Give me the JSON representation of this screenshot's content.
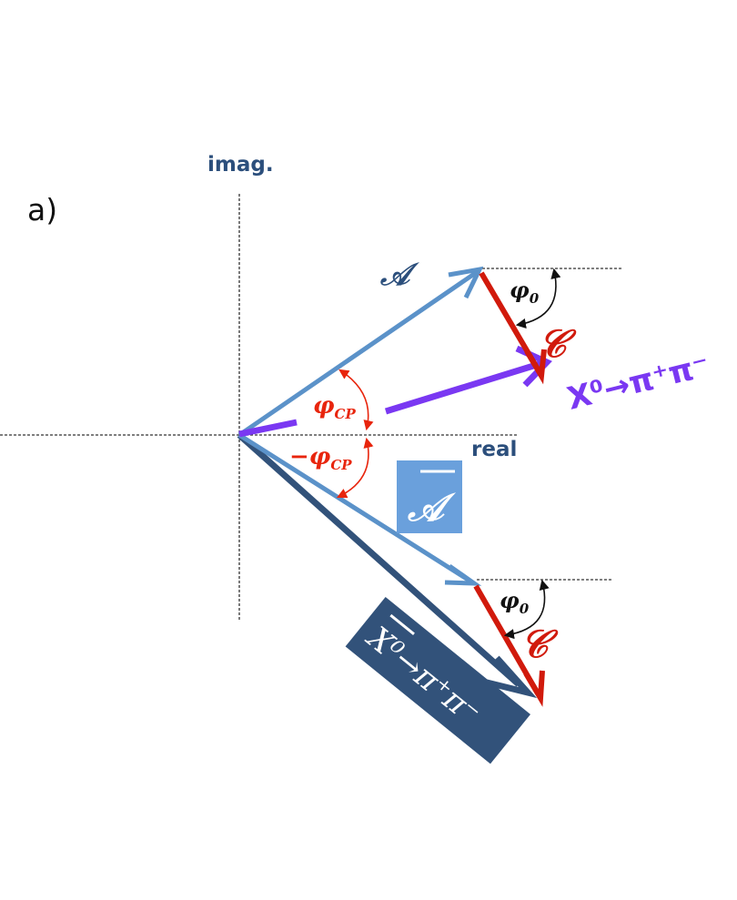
{
  "panel_label": "a)",
  "axes": {
    "imag_label": "imag.",
    "real_label": "real"
  },
  "angles": {
    "phi0": "φ",
    "phi0_sub": "0",
    "phi_cp": "φ",
    "phi_cp_sub": "CP",
    "neg_phi_cp_prefix": "−φ",
    "neg_phi_cp_sub": "CP"
  },
  "vectors": {
    "amplitude_symbol": "𝒜",
    "amplitude_bar_symbol": "𝒜",
    "correction_symbol": "𝒞"
  },
  "decays": {
    "x0_text": "X⁰→π⁺π⁻",
    "x0bar_text": "X⁰→π⁺π⁻"
  },
  "colors": {
    "amplitude": "#5b92c9",
    "correction": "#d11a0c",
    "decay": "#7a38f2",
    "decay_bar": "#32527a",
    "angle_red": "#e8250d",
    "axis_text": "#2c4f7c"
  }
}
